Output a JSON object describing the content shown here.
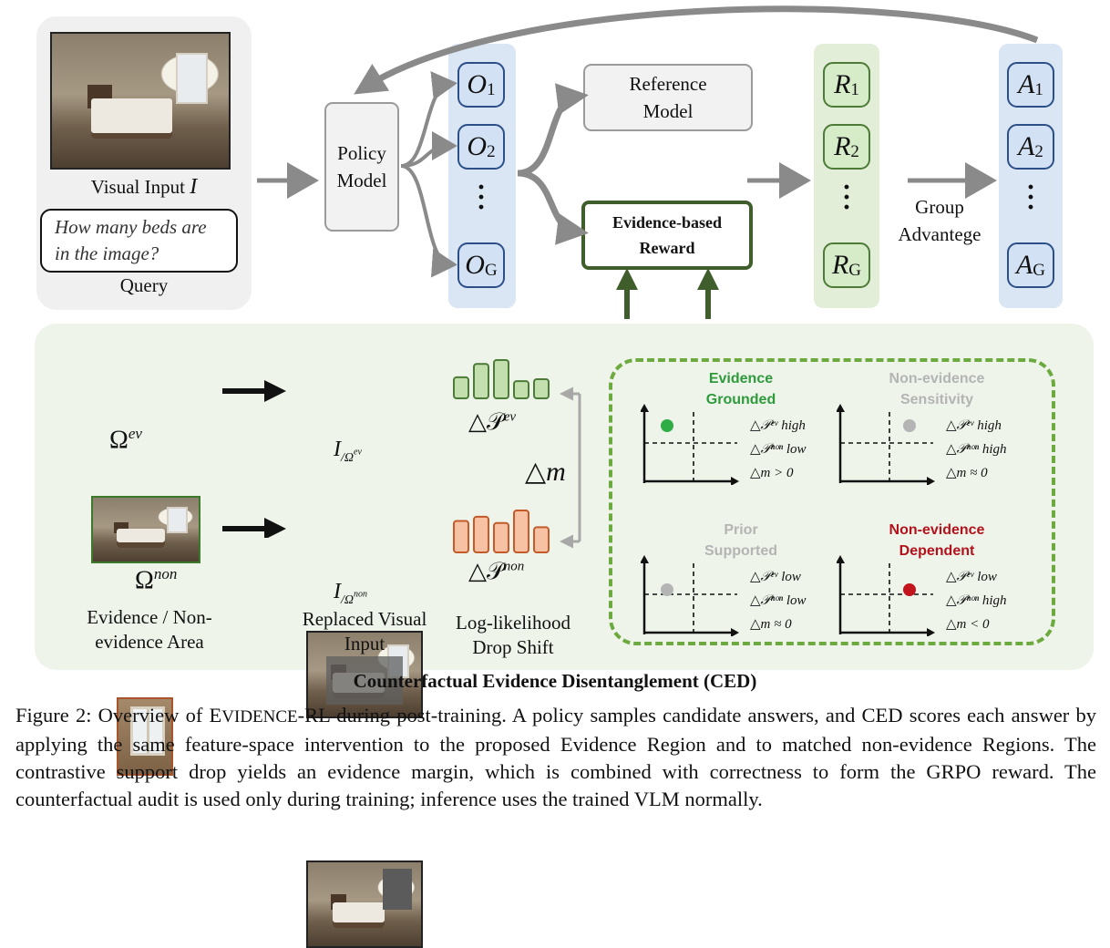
{
  "top": {
    "visual_input_label": "Visual Input",
    "visual_input_symbol": "I",
    "query_text": "How many beds are in the image?",
    "query_label": "Query",
    "policy_model_label": "Policy Model",
    "reference_model_label": "Reference Model",
    "reward_label": "Evidence-based Reward",
    "group_advantage_label": "Group Advantege",
    "outputs": [
      {
        "base": "O",
        "sub": "1"
      },
      {
        "base": "O",
        "sub": "2"
      },
      {
        "base": "O",
        "sub": "G"
      }
    ],
    "rewards": [
      {
        "base": "R",
        "sub": "1"
      },
      {
        "base": "R",
        "sub": "2"
      },
      {
        "base": "R",
        "sub": "G"
      }
    ],
    "advantages": [
      {
        "base": "A",
        "sub": "1"
      },
      {
        "base": "A",
        "sub": "2"
      },
      {
        "base": "A",
        "sub": "G"
      }
    ]
  },
  "bottom": {
    "omega_ev": "Ω",
    "omega_ev_sup": "ev",
    "omega_non": "Ω",
    "omega_non_sup": "non",
    "area_label": "Evidence / Non-evidence Area",
    "replaced_ev_label": "I",
    "replaced_ev_sub": "/Ω",
    "replaced_ev_sub_sup": "ev",
    "replaced_non_label": "I",
    "replaced_non_sub": "/Ω",
    "replaced_non_sub_sup": "non",
    "replaced_caption": "Replaced Visual Input",
    "delta_p_ev": "△𝒫",
    "delta_p_ev_sup": "ev",
    "delta_p_non": "△𝒫",
    "delta_p_non_sup": "non",
    "delta_m": "△m",
    "drop_caption": "Log-likelihood Drop Shift",
    "bars_ev": [
      0.55,
      0.9,
      1.0,
      0.45,
      0.5
    ],
    "bars_non": [
      0.75,
      0.85,
      0.7,
      1.0,
      0.6
    ],
    "colors": {
      "ev_bar": "#c4dfae",
      "ev_bar_border": "#4c7a37",
      "non_bar": "#f6c2a3",
      "non_bar_border": "#c25a2a"
    },
    "quadrants": [
      {
        "title": "Evidence Grounded",
        "title_color": "#2e9a3c",
        "dot_color": "#2eac45",
        "lines": [
          "△𝒫ᵉᵛ  high",
          "△𝒫ⁿᵒⁿ low",
          "△m > 0"
        ]
      },
      {
        "title": "Non-evidence Sensitivity",
        "title_color": "#b4b4b4",
        "dot_color": "#b4b4b4",
        "lines": [
          "△𝒫ᵉᵛ  high",
          "△𝒫ⁿᵒⁿ high",
          "△m ≈ 0"
        ]
      },
      {
        "title": "Prior Supported",
        "title_color": "#b4b4b4",
        "dot_color": "#b4b4b4",
        "lines": [
          "△𝒫ᵉᵛ  low",
          "△𝒫ⁿᵒⁿ low",
          "△m ≈ 0"
        ]
      },
      {
        "title": "Non-evidence Dependent",
        "title_color": "#b3121c",
        "dot_color": "#c3141e",
        "lines": [
          "△𝒫ᵉᵛ  low",
          "△𝒫ⁿᵒⁿ high",
          "△m < 0"
        ]
      }
    ],
    "ced_title": "Counterfactual Evidence Disentanglement (CED)"
  },
  "caption": {
    "prefix": "Figure 2:  Overview of ",
    "name_first": "E",
    "name_rest": "VIDENCE",
    "name_suffix": "-RL",
    "body": " during post-training. A policy samples candidate answers, and CED scores each answer by applying the same feature-space intervention to the proposed Evidence Region and to matched non-evidence Regions. The contrastive support drop yields an evidence margin, which is combined with correctness to form the GRPO reward. The counterfactual audit is used only during training; inference uses the trained VLM normally."
  }
}
